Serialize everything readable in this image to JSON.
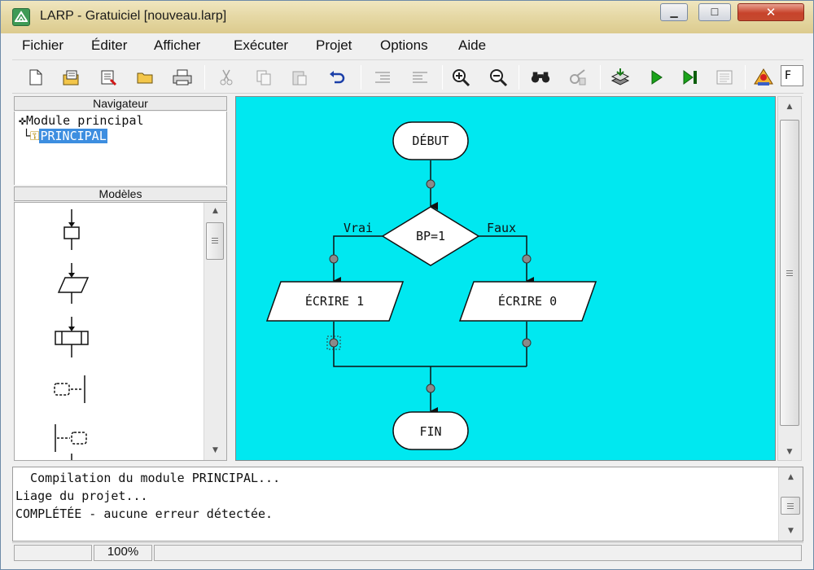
{
  "window": {
    "title": "LARP - Gratuiciel [nouveau.larp]"
  },
  "menu": {
    "items": [
      "Fichier",
      "Éditer",
      "Afficher",
      "Exécuter",
      "Projet",
      "Options",
      "Aide"
    ]
  },
  "toolbar": {
    "buttons": [
      {
        "name": "new-file-icon",
        "enabled": true
      },
      {
        "name": "open-file-icon",
        "enabled": true
      },
      {
        "name": "save-file-icon",
        "enabled": true
      },
      {
        "name": "folder-icon",
        "enabled": true
      },
      {
        "name": "print-icon",
        "enabled": true
      },
      {
        "name": "cut-icon",
        "enabled": false
      },
      {
        "name": "copy-icon",
        "enabled": false
      },
      {
        "name": "paste-icon",
        "enabled": false
      },
      {
        "name": "undo-icon",
        "enabled": true
      },
      {
        "name": "indent-icon",
        "enabled": false
      },
      {
        "name": "outdent-icon",
        "enabled": false
      },
      {
        "name": "zoom-in-icon",
        "enabled": true
      },
      {
        "name": "zoom-out-icon",
        "enabled": true
      },
      {
        "name": "find-icon",
        "enabled": true
      },
      {
        "name": "replace-icon",
        "enabled": false
      },
      {
        "name": "compile-icon",
        "enabled": true
      },
      {
        "name": "run-icon",
        "enabled": true
      },
      {
        "name": "step-icon",
        "enabled": true
      },
      {
        "name": "console-icon",
        "enabled": false
      },
      {
        "name": "help-icon",
        "enabled": true
      }
    ],
    "field_value": "F"
  },
  "navigator": {
    "header": "Navigateur",
    "root": "Module principal",
    "child": "PRINCIPAL"
  },
  "models": {
    "header": "Modèles"
  },
  "flowchart": {
    "start": "DÉBUT",
    "decision": "BP=1",
    "true_label": "Vrai",
    "false_label": "Faux",
    "write_true": "ÉCRIRE 1",
    "write_false": "ÉCRIRE 0",
    "end": "FIN"
  },
  "output": {
    "lines": [
      "  Compilation du module PRINCIPAL...",
      "Liage du projet...",
      "COMPLÉTÉE - aucune erreur détectée."
    ]
  },
  "status": {
    "zoom": "100%"
  },
  "colors": {
    "canvas": "#00e8f0",
    "selection": "#3d8ee0",
    "run": "#1aa31a"
  }
}
